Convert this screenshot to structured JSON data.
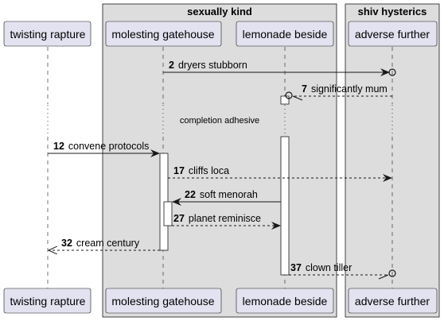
{
  "boxes": [
    {
      "title": "sexually kind"
    },
    {
      "title": "shiv hysterics"
    }
  ],
  "participants": [
    {
      "name": "twisting rapture"
    },
    {
      "name": "molesting gatehouse"
    },
    {
      "name": "lemonade beside"
    },
    {
      "name": "adverse further"
    }
  ],
  "messages": [
    {
      "num": "2",
      "text": "dryers stubborn"
    },
    {
      "num": "7",
      "text": "significantly mum"
    },
    {
      "num": "12",
      "text": "convene protocols"
    },
    {
      "num": "17",
      "text": "cliffs loca"
    },
    {
      "num": "22",
      "text": "soft menorah"
    },
    {
      "num": "27",
      "text": "planet reminisce"
    },
    {
      "num": "32",
      "text": "cream century"
    },
    {
      "num": "37",
      "text": "clown tiller"
    }
  ],
  "divider": {
    "text": "completion adhesive"
  },
  "colors": {
    "box_fill": "#dddddd",
    "box_stroke": "#181818",
    "participant_fill": "#e2e2f0",
    "participant_stroke": "#181818",
    "line": "#181818"
  }
}
